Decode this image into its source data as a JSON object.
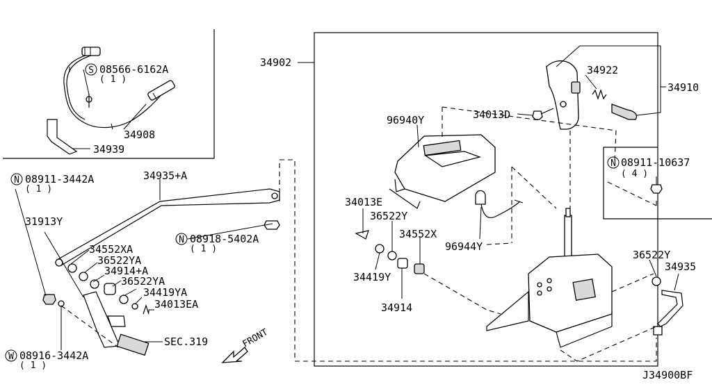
{
  "drawing_id": "J34900BF",
  "front_label": "FRONT",
  "parts": {
    "p34902": "34902",
    "p34910": "34910",
    "p34922": "34922",
    "p34013D": "34013D",
    "p96940Y": "96940Y",
    "p08911_10637": "08911-10637",
    "p08911_10637_qty": "( 4 )",
    "p34013E": "34013E",
    "p36522Y_a": "36522Y",
    "p34552X": "34552X",
    "p96944Y": "96944Y",
    "p34419Y": "34419Y",
    "p34914": "34914",
    "p36522Y_b": "36522Y",
    "p34935": "34935",
    "p08566_6162A": "08566-6162A",
    "p08566_6162A_qty": "( 1 )",
    "p34908": "34908",
    "p34939": "34939",
    "p08911_3442A": "08911-3442A",
    "p08911_3442A_qty": "( 1 )",
    "p34935A": "34935+A",
    "p31913Y": "31913Y",
    "p34552XA": "34552XA",
    "p36522YA_a": "36522YA",
    "p34914A": "34914+A",
    "p36522YA_b": "36522YA",
    "p34419YA": "34419YA",
    "p34013EA": "34013EA",
    "p08918_5402A": "08918-5402A",
    "p08918_5402A_qty": "( 1 )",
    "sec319": "SEC.319",
    "p08916_3442A": "08916-3442A",
    "p08916_3442A_qty": "( 1 )"
  },
  "symbols": {
    "N": "N",
    "S": "S",
    "W": "W"
  }
}
